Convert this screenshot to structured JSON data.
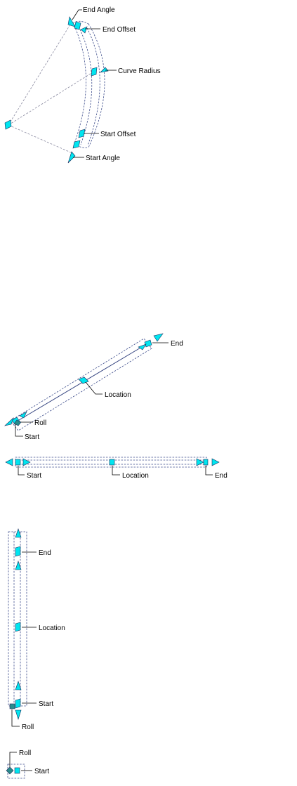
{
  "colors": {
    "grip": "#00e5ef",
    "grip_stroke": "#1a2a5a",
    "roll_grip": "#2a8c8c"
  },
  "curve_segment": {
    "labels": {
      "end_angle": "End Angle",
      "end_offset": "End Offset",
      "curve_radius": "Curve Radius",
      "start_offset": "Start Offset",
      "start_angle": "Start Angle"
    }
  },
  "angled_segment": {
    "labels": {
      "end": "End",
      "location": "Location",
      "roll": "Roll",
      "start": "Start"
    }
  },
  "horizontal_segment": {
    "labels": {
      "start": "Start",
      "location": "Location",
      "end": "End"
    }
  },
  "vertical_segment": {
    "labels": {
      "end": "End",
      "location": "Location",
      "start": "Start",
      "roll": "Roll"
    }
  },
  "end_view_segment": {
    "labels": {
      "roll": "Roll",
      "start": "Start"
    }
  }
}
